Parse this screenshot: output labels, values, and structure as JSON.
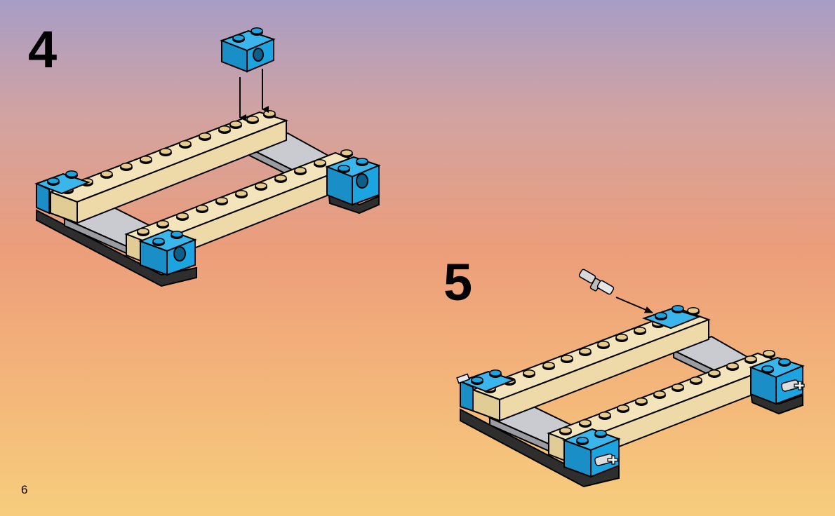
{
  "page_number": "6",
  "steps": [
    {
      "number": "4"
    },
    {
      "number": "5"
    }
  ],
  "colors": {
    "blue_brick": "#1ca4e0",
    "tan_brick": "#eed9a8",
    "grey_plate": "#c9cbd0",
    "dark_plate": "#3a3a3a",
    "stud": "#e6c98c"
  },
  "icons": [
    "technic-brick",
    "arrow-down",
    "technic-pin",
    "technic-axle-end"
  ]
}
